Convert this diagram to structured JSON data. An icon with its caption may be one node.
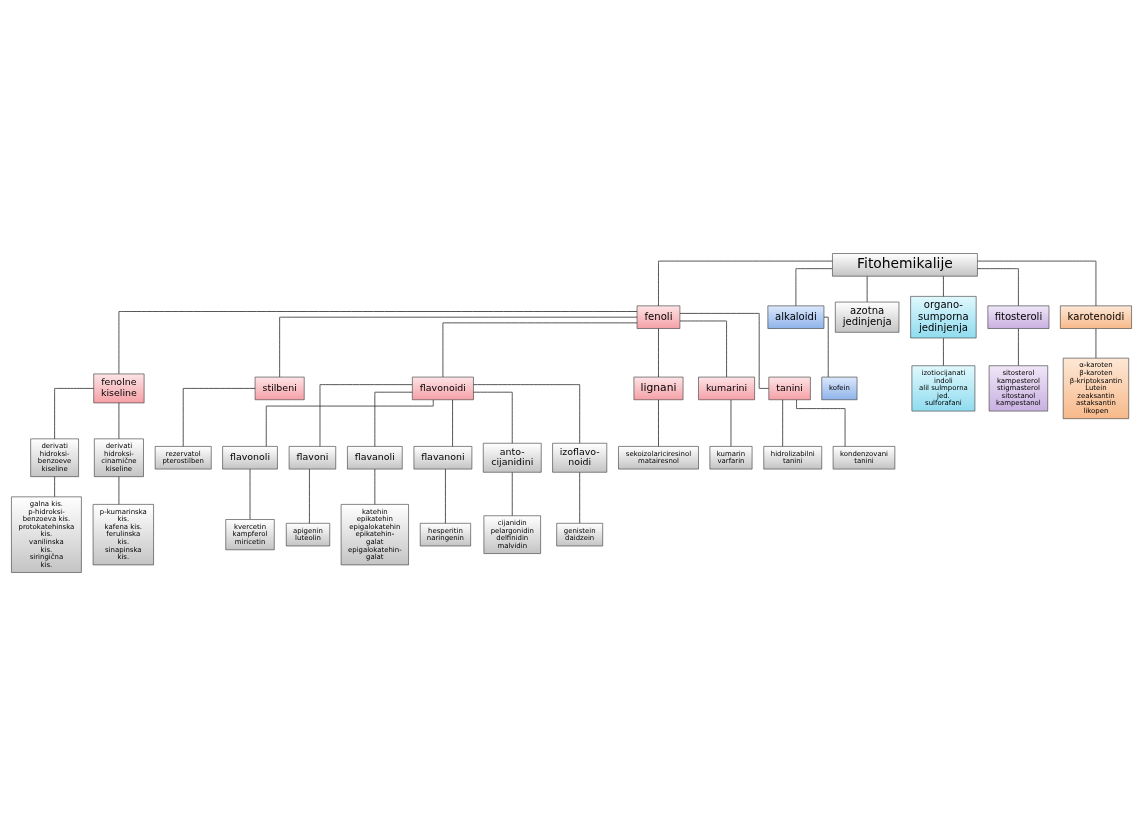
{
  "diagram": {
    "nodes": [
      {
        "text": [
          "Fitohemikalije"
        ]
      },
      {
        "text": [
          "fenoli"
        ]
      },
      {
        "text": [
          "alkaloidi"
        ]
      },
      {
        "text": [
          "kofein"
        ]
      },
      {
        "text": [
          "azotna jedinjenja"
        ]
      },
      {
        "text": [
          "organo- sumporna jedinjenja"
        ]
      },
      {
        "text": [
          "izotiocijanati",
          "indoli",
          "alil sulmporna jed.",
          "sulforafani"
        ]
      },
      {
        "text": [
          "fitosteroli"
        ]
      },
      {
        "text": [
          "sitosterol",
          "kampesterol",
          "stigmasterol",
          "sitostanol",
          "kampestanol"
        ]
      },
      {
        "text": [
          "karotenoidi"
        ]
      },
      {
        "text": [
          "α-karoten",
          "β-karoten",
          "β-kriptoksantin",
          "Lutein",
          "zeaksantin",
          "astaksantin",
          "likopen"
        ]
      },
      {
        "text": [
          "fenolne kiseline"
        ]
      },
      {
        "text": [
          "stilbeni"
        ]
      },
      {
        "text": [
          "flavonoidi"
        ]
      },
      {
        "text": [
          "lignani"
        ]
      },
      {
        "text": [
          "kumarini"
        ]
      },
      {
        "text": [
          "tanini"
        ]
      },
      {
        "text": [
          "rezervatol",
          "pterostilben"
        ]
      },
      {
        "text": [
          "sekoizolariciresinol",
          "matairesnol"
        ]
      },
      {
        "text": [
          "kumarin",
          "varfarin"
        ]
      },
      {
        "text": [
          "hidrolizabilni tanini"
        ]
      },
      {
        "text": [
          "kondenzovani tanini"
        ]
      },
      {
        "text": [
          "derivati hidroksi- benzoeve kiseline"
        ]
      },
      {
        "text": [
          "derivati hidroksi- cinamične kiseline"
        ]
      },
      {
        "text": [
          "flavonoli"
        ]
      },
      {
        "text": [
          "flavoni"
        ]
      },
      {
        "text": [
          "flavanoli"
        ]
      },
      {
        "text": [
          "flavanoni"
        ]
      },
      {
        "text": [
          "anto- cijanidini"
        ]
      },
      {
        "text": [
          "izoflavo- noidi"
        ]
      },
      {
        "text": [
          "galna kis.",
          "p-hidroksi- benzoeva kis.",
          "protokatehinska kis.",
          "vanilinska kis.",
          "siringična kis."
        ]
      },
      {
        "text": [
          "p-kumarinska kis.",
          "kafena kis.",
          "ferulinska kis.",
          "sinapinska kis."
        ]
      },
      {
        "text": [
          "kvercetin",
          "kampferol",
          "miricetin"
        ]
      },
      {
        "text": [
          "apigenin",
          "luteolin"
        ]
      },
      {
        "text": [
          "katehin",
          "epikatehin",
          "epigalokatehin",
          "epikatehin- galat",
          "epigalokatehin- galat"
        ]
      },
      {
        "text": [
          "hesperitin",
          "naringenin"
        ]
      },
      {
        "text": [
          "cijanidin",
          "pelargonidin",
          "delfinidin",
          "malvidin"
        ]
      },
      {
        "text": [
          "genistein",
          "daidzein"
        ]
      }
    ],
    "edges": [
      {
        "from": 0,
        "to": 1,
        "arrow": "none"
      },
      {
        "from": 0,
        "to": 2,
        "arrow": "none"
      },
      {
        "from": 0,
        "to": 4,
        "arrow": "none"
      },
      {
        "from": 0,
        "to": 5,
        "arrow": "none"
      },
      {
        "from": 0,
        "to": 7,
        "arrow": "none"
      },
      {
        "from": 0,
        "to": 9,
        "arrow": "none"
      },
      {
        "from": 2,
        "to": 3,
        "arrow": "none"
      },
      {
        "from": 5,
        "to": 6,
        "arrow": "none"
      },
      {
        "from": 7,
        "to": 8,
        "arrow": "none"
      },
      {
        "from": 9,
        "to": 10,
        "arrow": "none"
      },
      {
        "from": 1,
        "to": 11,
        "arrow": "none"
      },
      {
        "from": 1,
        "to": 12,
        "arrow": "none"
      },
      {
        "from": 1,
        "to": 13,
        "arrow": "none"
      },
      {
        "from": 1,
        "to": 14,
        "arrow": "none"
      },
      {
        "from": 1,
        "to": 15,
        "arrow": "none"
      },
      {
        "from": 1,
        "to": 16,
        "arrow": "none"
      },
      {
        "from": 12,
        "to": 17,
        "arrow": "none"
      },
      {
        "from": 14,
        "to": 18,
        "arrow": "none"
      },
      {
        "from": 15,
        "to": 19,
        "arrow": "none"
      },
      {
        "from": 16,
        "to": 20,
        "arrow": "none"
      },
      {
        "from": 16,
        "to": 21,
        "arrow": "none"
      },
      {
        "from": 11,
        "to": 22,
        "arrow": "none"
      },
      {
        "from": 11,
        "to": 23,
        "arrow": "none"
      },
      {
        "from": 13,
        "to": 24,
        "arrow": "none"
      },
      {
        "from": 13,
        "to": 25,
        "arrow": "none"
      },
      {
        "from": 13,
        "to": 26,
        "arrow": "none"
      },
      {
        "from": 13,
        "to": 27,
        "arrow": "none"
      },
      {
        "from": 13,
        "to": 28,
        "arrow": "none"
      },
      {
        "from": 13,
        "to": 29,
        "arrow": "none"
      },
      {
        "from": 22,
        "to": 30,
        "arrow": "none"
      },
      {
        "from": 23,
        "to": 31,
        "arrow": "none"
      },
      {
        "from": 24,
        "to": 32,
        "arrow": "none"
      },
      {
        "from": 25,
        "to": 33,
        "arrow": "none"
      },
      {
        "from": 26,
        "to": 34,
        "arrow": "none"
      },
      {
        "from": 27,
        "to": 35,
        "arrow": "none"
      },
      {
        "from": 28,
        "to": 36,
        "arrow": "none"
      },
      {
        "from": 29,
        "to": 37,
        "arrow": "none"
      }
    ]
  }
}
